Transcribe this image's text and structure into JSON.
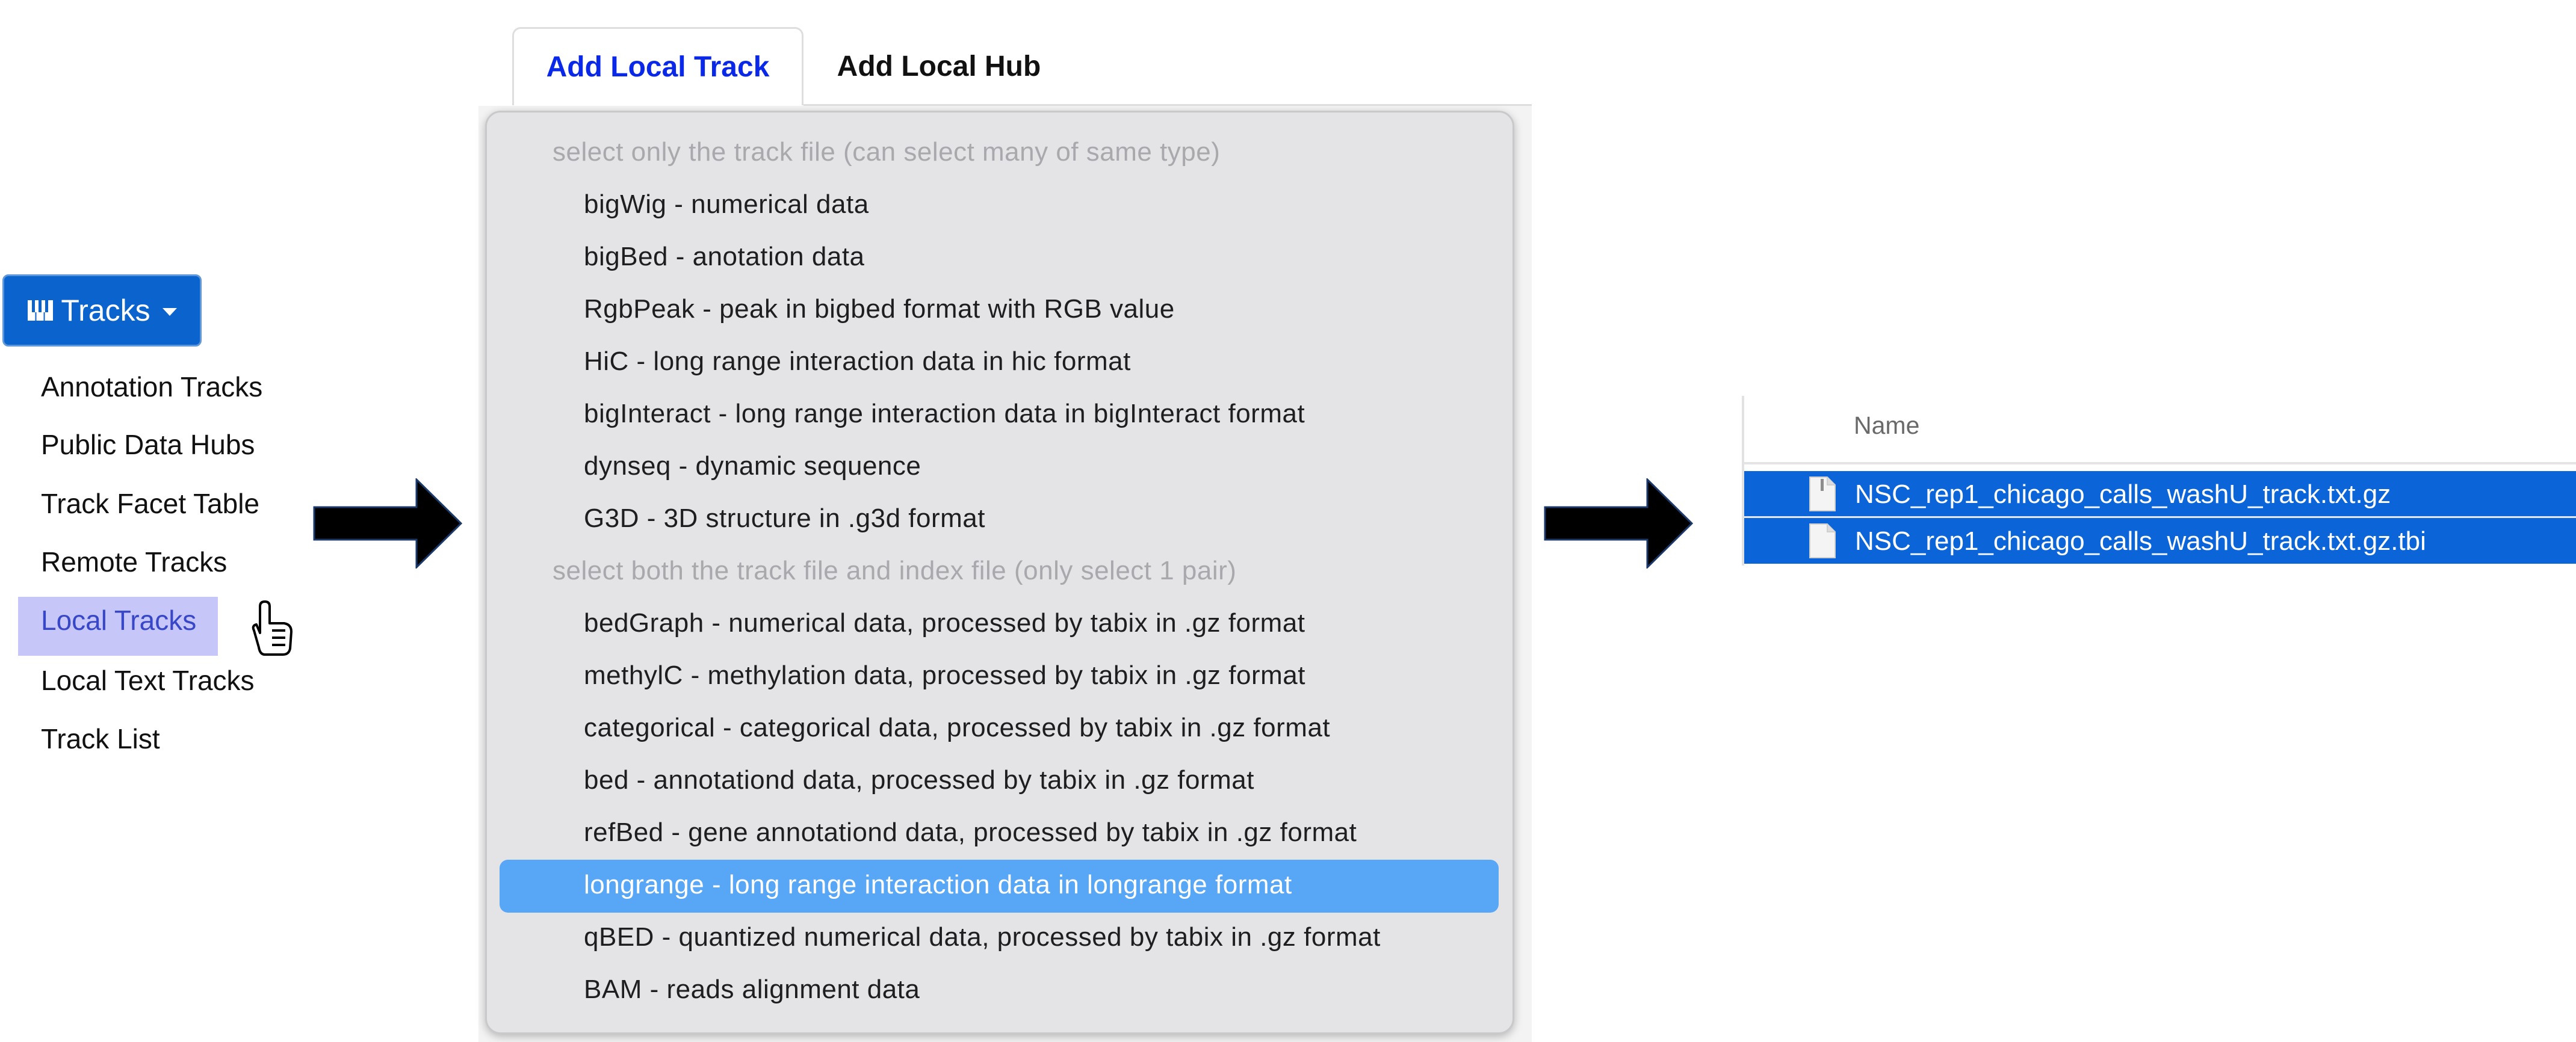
{
  "tracks_menu": {
    "button_label": "Tracks",
    "items": [
      {
        "label": "Annotation Tracks"
      },
      {
        "label": "Public Data Hubs"
      },
      {
        "label": "Track Facet Table"
      },
      {
        "label": "Remote Tracks"
      },
      {
        "label": "Local Tracks"
      },
      {
        "label": "Local Text Tracks"
      },
      {
        "label": "Track List"
      }
    ],
    "active_item": "Local Tracks"
  },
  "tabs": [
    {
      "label": "Add Local Track",
      "active": true
    },
    {
      "label": "Add Local Hub",
      "active": false
    }
  ],
  "file_type_dropdown": {
    "groups": [
      {
        "label": "select only the track file (can select many of same type)",
        "options": [
          "bigWig - numerical data",
          "bigBed - anotation data",
          "RgbPeak - peak in bigbed format with RGB value",
          "HiC - long range interaction data in hic format",
          "bigInteract - long range interaction data in bigInteract format",
          "dynseq - dynamic sequence",
          "G3D - 3D structure in .g3d format"
        ]
      },
      {
        "label": "select both the track file and index file (only select 1 pair)",
        "options": [
          "bedGraph - numerical data, processed by tabix in .gz format",
          "methylC - methylation data, processed by tabix in .gz format",
          "categorical - categorical data, processed by tabix in .gz format",
          "bed - annotationd data, processed by tabix in .gz format",
          "refBed - gene annotationd data, processed by tabix in .gz format",
          "longrange - long range interaction data in longrange format",
          "qBED - quantized numerical data, processed by tabix in .gz format",
          "BAM - reads alignment data"
        ]
      }
    ],
    "selected": "longrange - long range interaction data in longrange format"
  },
  "file_browser": {
    "column_header": "Name",
    "files": [
      {
        "name": "NSC_rep1_chicago_calls_washU_track.txt.gz",
        "selected": true
      },
      {
        "name": "NSC_rep1_chicago_calls_washU_track.txt.gz.tbi",
        "selected": true
      }
    ]
  },
  "colors": {
    "button_blue": "#0b63ce",
    "active_tab_text": "#0a28e8",
    "selected_option": "#58a6f6",
    "file_selection": "#0b64d8"
  },
  "icons": [
    "piano-icon",
    "caret-down-icon",
    "hand-pointer-icon",
    "arrow-right-icon",
    "file-icon"
  ]
}
